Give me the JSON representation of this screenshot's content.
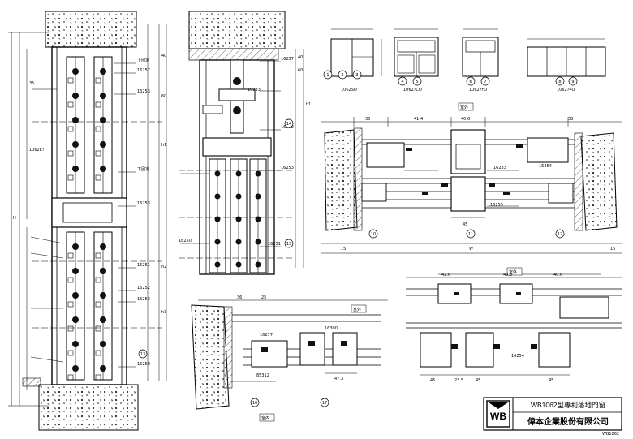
{
  "title_block": {
    "logo_text": "WB",
    "product_title": "WB1062型專利落地門窗",
    "company_name": "偉本企業股份有限公司",
    "sheet_code": "WB1062"
  },
  "panel_codes": {
    "a": "1062SO",
    "b": "1062?CO",
    "c": "1062?FO",
    "d": "1062?4O"
  },
  "left_section": {
    "callouts": [
      "上固定",
      "16257",
      "16253",
      "下固定",
      "16253",
      "16252",
      "16253",
      "16250",
      "16251"
    ],
    "side_dims": [
      "35",
      "1062E?",
      "40",
      "60",
      "h1",
      "h2",
      "h3",
      "H"
    ]
  },
  "mid_section": {
    "callouts": [
      "16257",
      "16233",
      "16252",
      "16253",
      "16251",
      "16250"
    ],
    "dims": [
      "40",
      "60",
      "h1"
    ]
  },
  "plan_right": {
    "outdoor_label": "室外",
    "dims": [
      "36",
      "41.4",
      "40.6",
      "33",
      "45",
      "15",
      "15",
      "W"
    ],
    "callouts": [
      "16233",
      "16254",
      "16255"
    ]
  },
  "plan_bottom_left": {
    "outdoor_label": "室外",
    "indoor_label": "室內",
    "dims": [
      "36",
      "25",
      "47.3"
    ],
    "callouts": [
      "16277",
      "16300",
      "85312"
    ]
  },
  "plan_bottom_right": {
    "outdoor_label": "室外",
    "dims": [
      "42.6",
      "40.6",
      "40.6",
      "45",
      "23.5",
      "45",
      "45"
    ],
    "callouts": [
      "16254"
    ]
  },
  "circle_labels": [
    "1",
    "2",
    "3",
    "4",
    "5",
    "6",
    "7",
    "8",
    "9",
    "10",
    "11",
    "12",
    "13",
    "14",
    "15",
    "16",
    "17"
  ]
}
